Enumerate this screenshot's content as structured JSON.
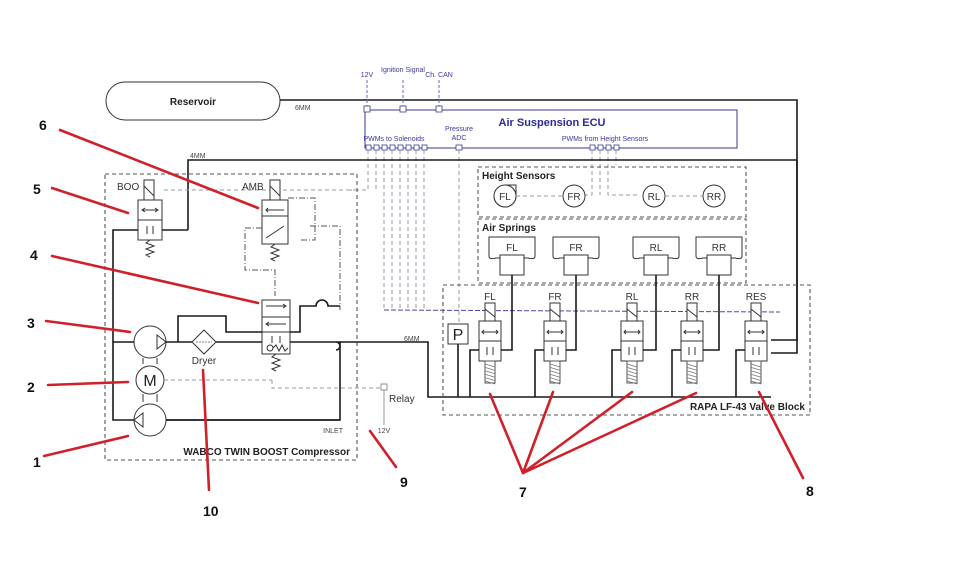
{
  "reservoir": {
    "label": "Reservoir",
    "pipe_label": "6MM"
  },
  "ecu": {
    "title": "Air Suspension ECU",
    "inputs_top": [
      "12V",
      "Ignition Signal",
      "Ch. CAN"
    ],
    "pwm_solenoids_label": "PWMs to Solenoids",
    "pressure_label_line1": "Pressure",
    "pressure_label_line2": "ADC",
    "pwm_sensors_label": "PWMs from Height Sensors"
  },
  "compressor": {
    "title": "WABCO TWIN BOOST Compressor",
    "pipe_4mm": "4MM",
    "boo_label": "BOO",
    "amb_label": "AMB",
    "dryer_label": "Dryer",
    "motor_label": "M",
    "inlet_label": "INLET"
  },
  "relay": {
    "label": "Relay",
    "voltage": "12V",
    "pipe_label": "6MM"
  },
  "height_sensors": {
    "title": "Height Sensors",
    "items": [
      "FL",
      "FR",
      "RL",
      "RR"
    ]
  },
  "air_springs": {
    "title": "Air Springs",
    "items": [
      "FL",
      "FR",
      "RL",
      "RR"
    ]
  },
  "valve_block": {
    "title": "RAPA LF-43 Valve Block",
    "pressure_symbol": "P",
    "valves": [
      "FL",
      "FR",
      "RL",
      "RR",
      "RES"
    ]
  },
  "callouts": {
    "c1": "1",
    "c2": "2",
    "c3": "3",
    "c4": "4",
    "c5": "5",
    "c6": "6",
    "c7": "7",
    "c8": "8",
    "c9": "9",
    "c10": "10"
  }
}
